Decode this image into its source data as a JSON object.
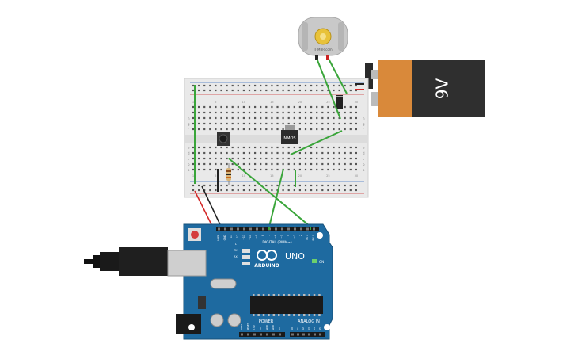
{
  "motor": {
    "label": "IT-MBR.com"
  },
  "battery": {
    "label": "9V"
  },
  "breadboard": {
    "row_letters_top": [
      "j",
      "i",
      "h",
      "g",
      "f"
    ],
    "row_letters_bottom": [
      "e",
      "d",
      "c",
      "b",
      "a"
    ],
    "col_numbers": [
      "1",
      "5",
      "10",
      "15",
      "20",
      "25",
      "30"
    ]
  },
  "nmos": {
    "label": "NMOS"
  },
  "arduino": {
    "brand": "ARDUINO",
    "model": "UNO",
    "digital_label": "DIGITAL (PWM~)",
    "on_label": "ON",
    "power_label": "POWER",
    "analog_label": "ANALOG IN",
    "top_pins": [
      "AREF",
      "GND",
      "13",
      "12",
      "~11",
      "~10",
      "~9",
      "8",
      "7",
      "~6",
      "~5",
      "4",
      "~3",
      "2",
      "TX 1",
      "RX 0"
    ],
    "power_pins": [
      "IOREF",
      "RESET",
      "3.3V",
      "5V",
      "GND",
      "GND",
      "Vin"
    ],
    "analog_pins": [
      "A0",
      "A1",
      "A2",
      "A3",
      "A4",
      "A5"
    ],
    "tx_label": "TX",
    "rx_label": "RX",
    "l_label": "L"
  },
  "colors": {
    "wire_green": "#3aa53a",
    "wire_red": "#d42a2a",
    "wire_black": "#222222",
    "board_blue": "#1e6aa0",
    "battery_orange": "#d9893a",
    "breadboard": "#e9e9e9"
  }
}
